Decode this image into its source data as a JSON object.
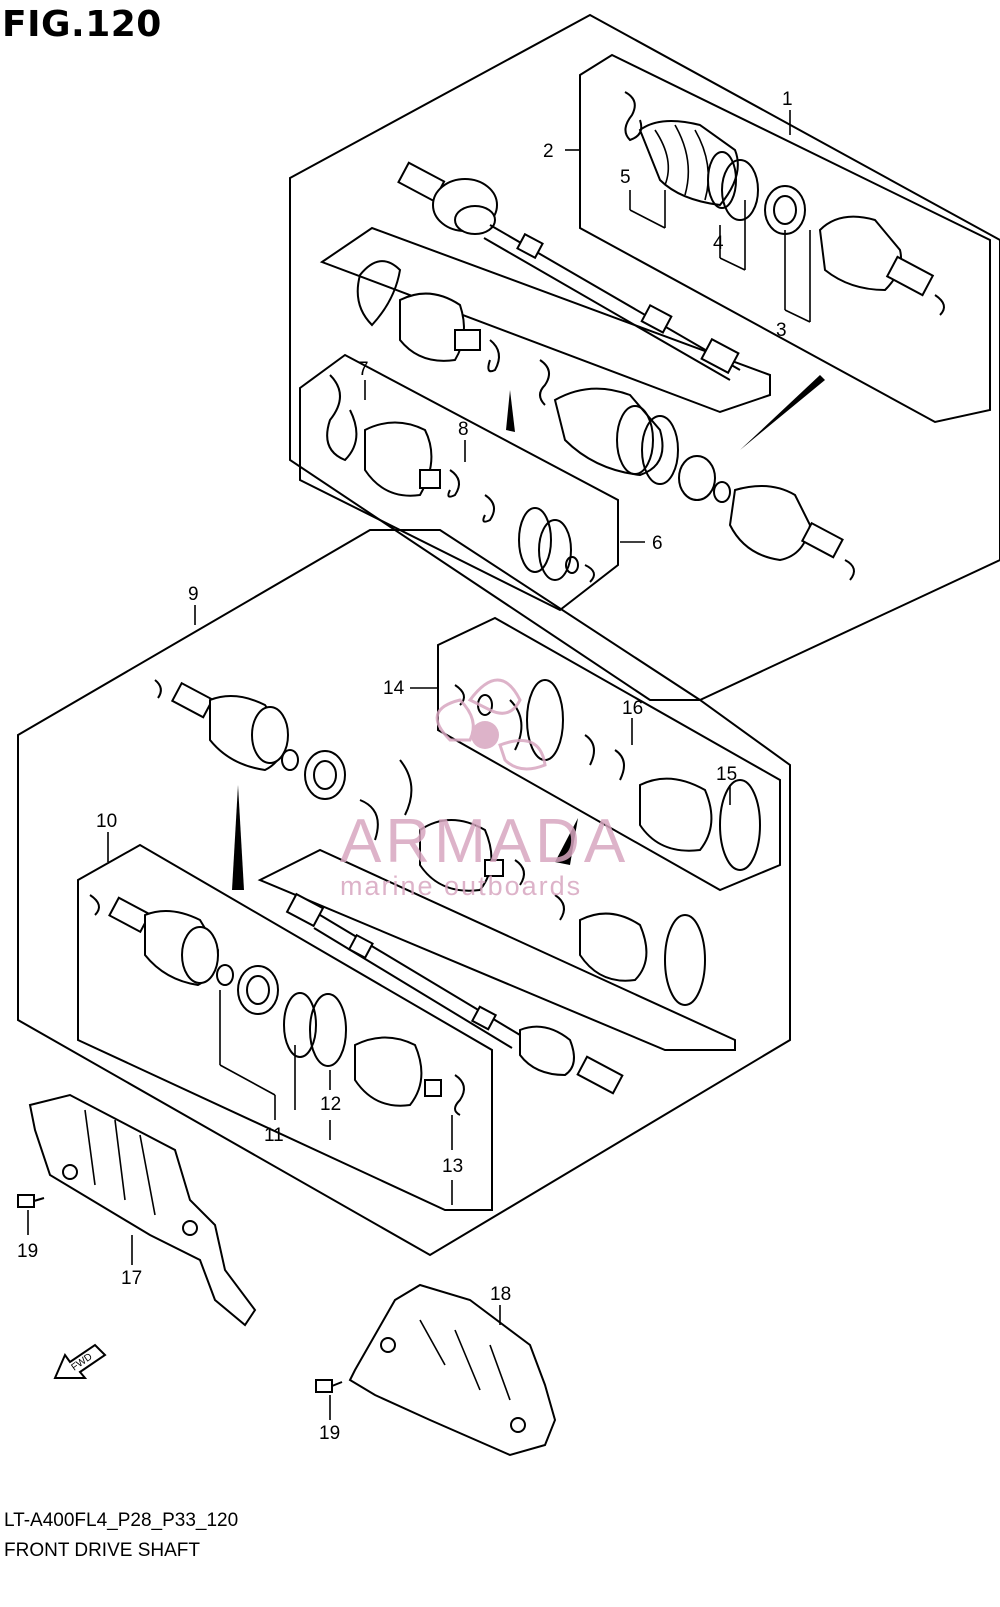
{
  "figure": {
    "title": "FIG.120",
    "model_code": "LT-A400FL4_P28_P33_120",
    "caption": "FRONT DRIVE SHAFT"
  },
  "callouts": [
    "1",
    "2",
    "3",
    "4",
    "5",
    "6",
    "7",
    "8",
    "9",
    "10",
    "11",
    "12",
    "13",
    "14",
    "15",
    "16",
    "17",
    "18",
    "19",
    "19"
  ],
  "fwd_arrow_label": "FWD",
  "watermark": {
    "brand": "ARMADA",
    "tagline": "marine outboards",
    "color": "#d8a6c0"
  }
}
